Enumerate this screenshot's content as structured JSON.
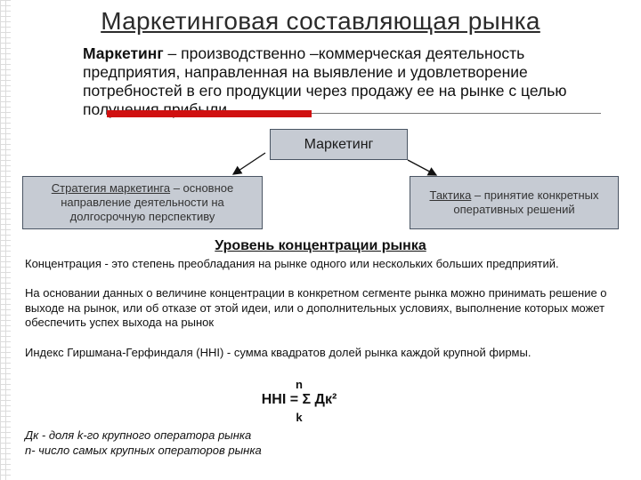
{
  "title": "Маркетинговая составляющая рынка",
  "definition": {
    "term": "Маркетинг",
    "text": " – производственно –коммерческая деятельность предприятия, направленная на выявление и удовлетворение потребностей в его продукции через продажу ее на рынке с целью получения прибыли."
  },
  "diagram": {
    "top_box": "Маркетинг",
    "left_box": {
      "term": "Стратегия маркетинга",
      "text": " – основное направление деятельности на долгосрочную перспективу"
    },
    "right_box": {
      "term": "Тактика",
      "text": " – принятие конкретных оперативных решений"
    }
  },
  "section_heading": "Уровень концентрации рынка",
  "paragraphs": [
    "Концентрация - это степень преобладания на рынке одного или нескольких больших предприятий.",
    "На основании данных о величине концентрации в конкретном сегменте рынка можно принимать решение о выходе на рынок, или об отказе от этой идеи, или о дополнительных условиях, выполнение которых может обеспечить успех выхода на рынок",
    "Индекс Гиршмана-Герфиндаля (HHI) - сумма квадратов долей рынка каждой крупной фирмы."
  ],
  "formula": {
    "upper_limit": "n",
    "expression": "HHI = Σ Дк²",
    "lower_limit": "k"
  },
  "notes": [
    "Дк - доля k-го крупного оператора рынка",
    "n- число самых крупных операторов рынка"
  ],
  "colors": {
    "accent_bar": "#d01010",
    "box_fill": "#c6cbd3",
    "box_border": "#4a5563"
  }
}
